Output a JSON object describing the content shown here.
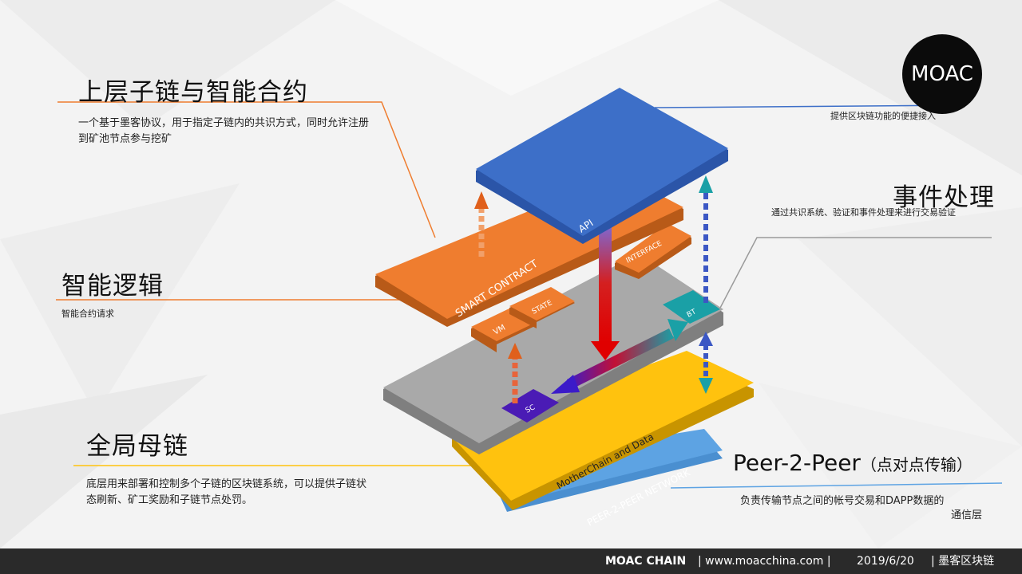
{
  "logo": {
    "text": "MOAC"
  },
  "sections": {
    "top_chain": {
      "title": "上层子链与智能合约",
      "desc": "一个基于墨客协议，用于指定子链内的共识方式，同时允许注册到矿池节点参与挖矿"
    },
    "api_note": {
      "desc": "提供区块链功能的便捷接入"
    },
    "events": {
      "title": "事件处理",
      "desc": "通过共识系统、验证和事件处理来进行交易验证"
    },
    "logic": {
      "title": "智能逻辑",
      "desc": "智能合约请求"
    },
    "mother": {
      "title": "全局母链",
      "desc": "底层用来部署和控制多个子链的区块链系统，可以提供子链状态刷新、矿工奖励和子链节点处罚。"
    },
    "p2p": {
      "title": "Peer-2-Peer",
      "title_suffix": "（点对点传输）",
      "desc_line1": "负责传输节点之间的帐号交易和DAPP数据的",
      "desc_line2": "通信层"
    }
  },
  "layers": {
    "api": "API",
    "smart_contract": "SMART CONTRACT",
    "interface": "INTERFACE",
    "vm": "VM",
    "state": "STATE",
    "bt": "BT",
    "sc": "SC",
    "mother": "MotherChain and Data",
    "network": "PEER-2-PEER NETWORK"
  },
  "colors": {
    "api": "#3d6fc8",
    "smart_contract": "#ef7d2f",
    "grey_layer": "#a9a9a9",
    "mother": "#ffc20e",
    "network": "#5da3e3",
    "bt": "#1aa0a6",
    "sc": "#4a1bb5",
    "footer": "#2a2a2a"
  },
  "footer": {
    "brand": "MOAC CHAIN",
    "url": "| www.moacchina.com |",
    "date": "2019/6/20",
    "name": "| 墨客区块链"
  }
}
